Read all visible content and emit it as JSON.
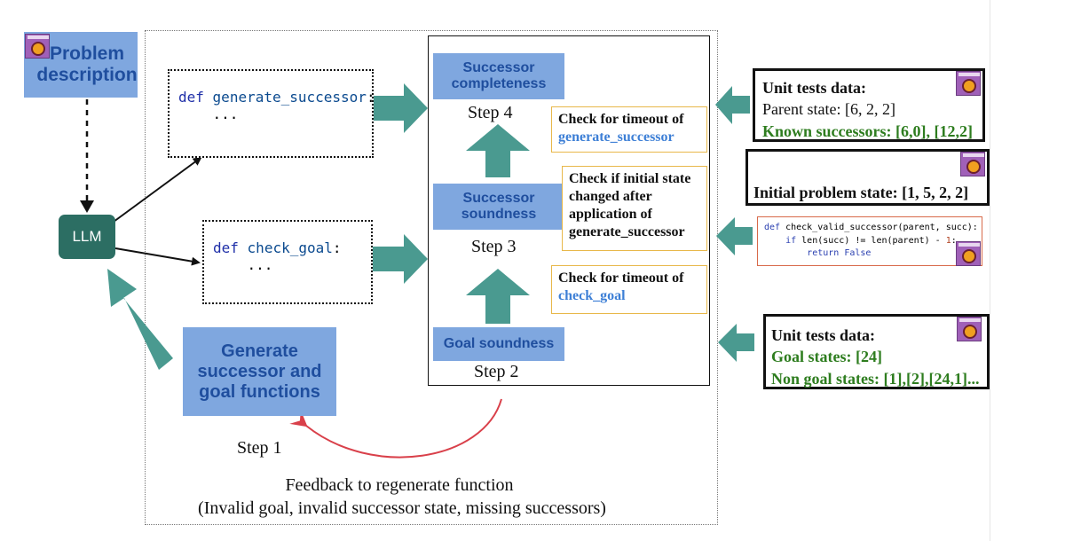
{
  "problem_description": "Problem description",
  "llm_label": "LLM",
  "code_generate": {
    "keyword": "def",
    "name": "generate_successor",
    "colon": ":",
    "body": "..."
  },
  "code_goal": {
    "keyword": "def",
    "name": "check_goal",
    "colon": ":",
    "body": "..."
  },
  "generate_functions": "Generate successor and goal functions",
  "step1": "Step 1",
  "feedback_title": "Feedback to regenerate function",
  "feedback_detail": "(Invalid goal, invalid successor state, missing successors)",
  "steps": {
    "successor_completeness": "Successor completeness",
    "step4": "Step 4",
    "successor_soundness": "Successor soundness",
    "step3": "Step 3",
    "goal_soundness": "Goal soundness",
    "step2": "Step 2"
  },
  "checks": {
    "timeout_successor_prefix": "Check for timeout of",
    "timeout_successor_fn": "generate_successor",
    "initial_state_text": "Check if initial state changed after application of generate_successor",
    "timeout_goal_prefix": "Check for timeout of",
    "timeout_goal_fn": "check_goal"
  },
  "unit_tests_successor": {
    "title": "Unit tests data:",
    "parent_state": "Parent state: [6, 2, 2]",
    "known_successors": "Known successors: [6,0], [12,2]"
  },
  "initial_state_box": "Initial problem state: [1, 5, 2, 2]",
  "validator_code": {
    "line1_kw": "def",
    "line1_rest": " check_valid_successor(parent, succ):",
    "line2_kw": "if",
    "line2_mid": " len(succ) != len(parent) - ",
    "line2_num": "1",
    "line2_end": ":",
    "line3_kw": "return",
    "line3_val": " False"
  },
  "unit_tests_goal": {
    "title": "Unit tests data:",
    "goal_states": "Goal states: [24]",
    "non_goal_states": "Non goal states: [1],[2],[24,1]..."
  },
  "colors": {
    "teal_arrow": "#4a9a90",
    "llm_box": "#2c6e63",
    "blue_box": "#7fa7df",
    "blue_text": "#1f4e9e",
    "green_text": "#2e7d1f",
    "red_feedback": "#d9404a",
    "check_box_border": "#e8b84a"
  }
}
